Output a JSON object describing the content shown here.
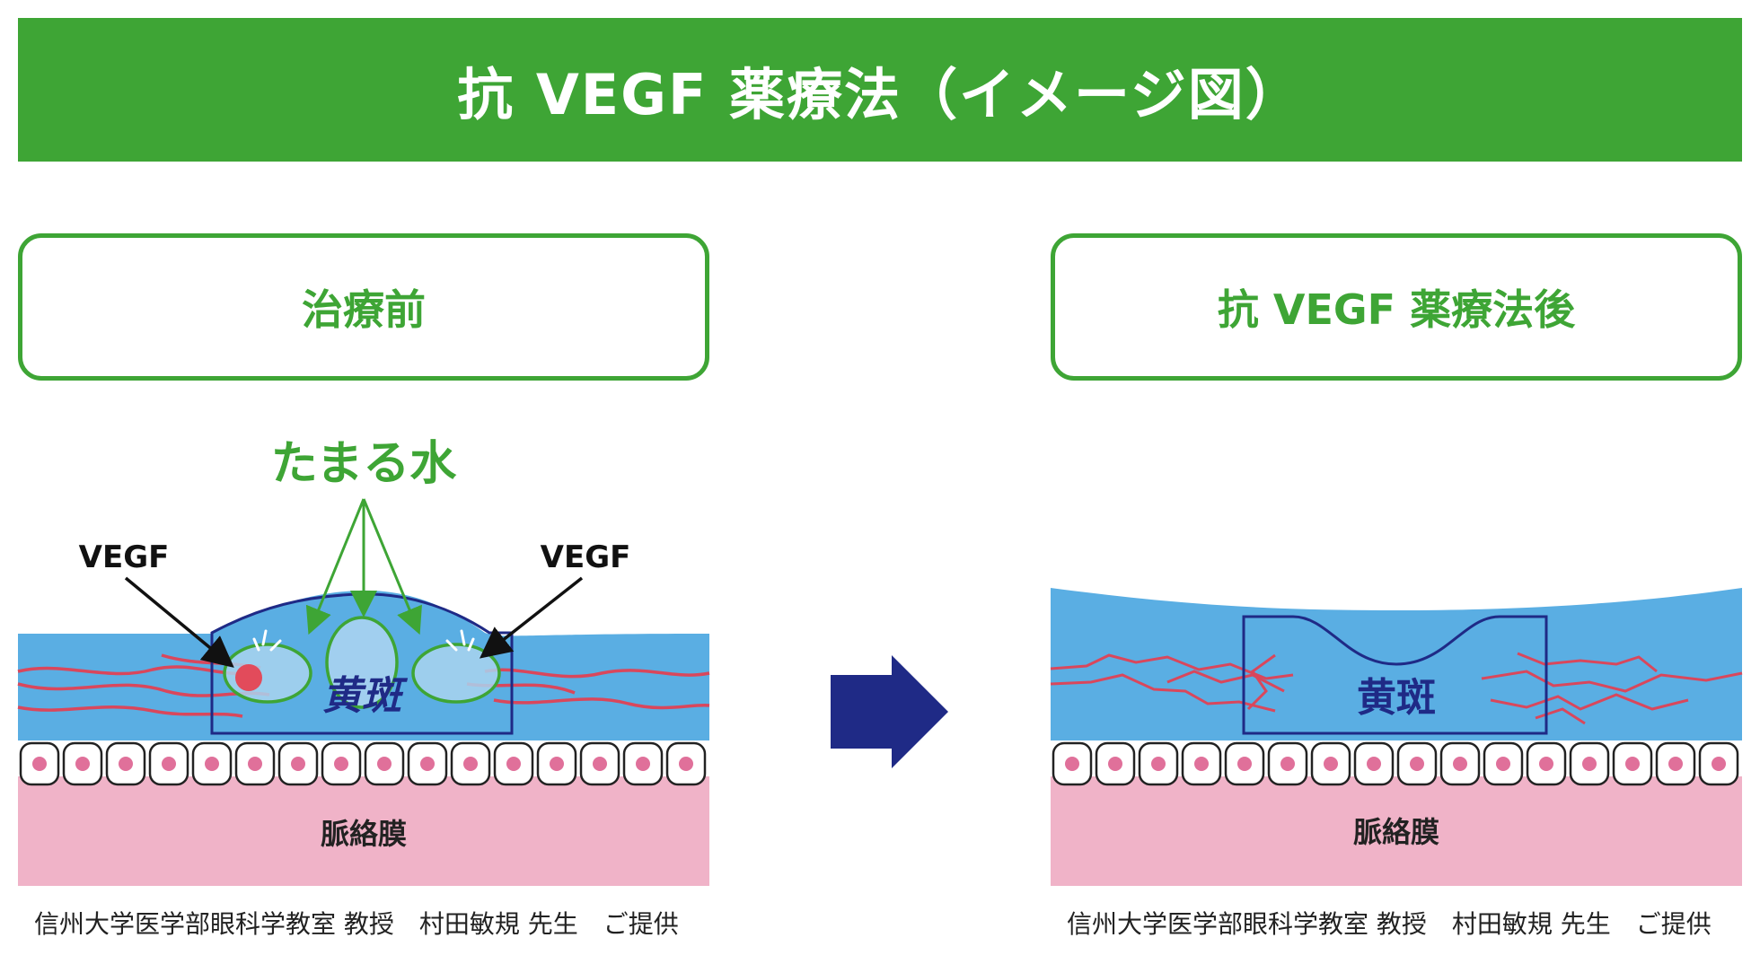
{
  "header": {
    "title": "抗 VEGF 薬療法（イメージ図）"
  },
  "before": {
    "label": "治療前",
    "water_label": "たまる水",
    "vegf_left": "VEGF",
    "vegf_right": "VEGF",
    "macula": "黄斑",
    "choroid": "脈絡膜",
    "credit": "信州大学医学部眼科学教室 教授　村田敏規 先生　ご提供"
  },
  "after": {
    "label": "抗 VEGF 薬療法後",
    "macula": "黄斑",
    "choroid": "脈絡膜",
    "credit": "信州大学医学部眼科学教室 教授　村田敏規 先生　ご提供"
  },
  "colors": {
    "green": "#3ea535",
    "navy": "#1f2a86",
    "retina_blue": "#5aaee3",
    "vessel_red": "#d9475c",
    "choroid_pink": "#f0b3c8",
    "fluid": "#a9d3ef",
    "vegf_dot": "#e24b5b"
  }
}
